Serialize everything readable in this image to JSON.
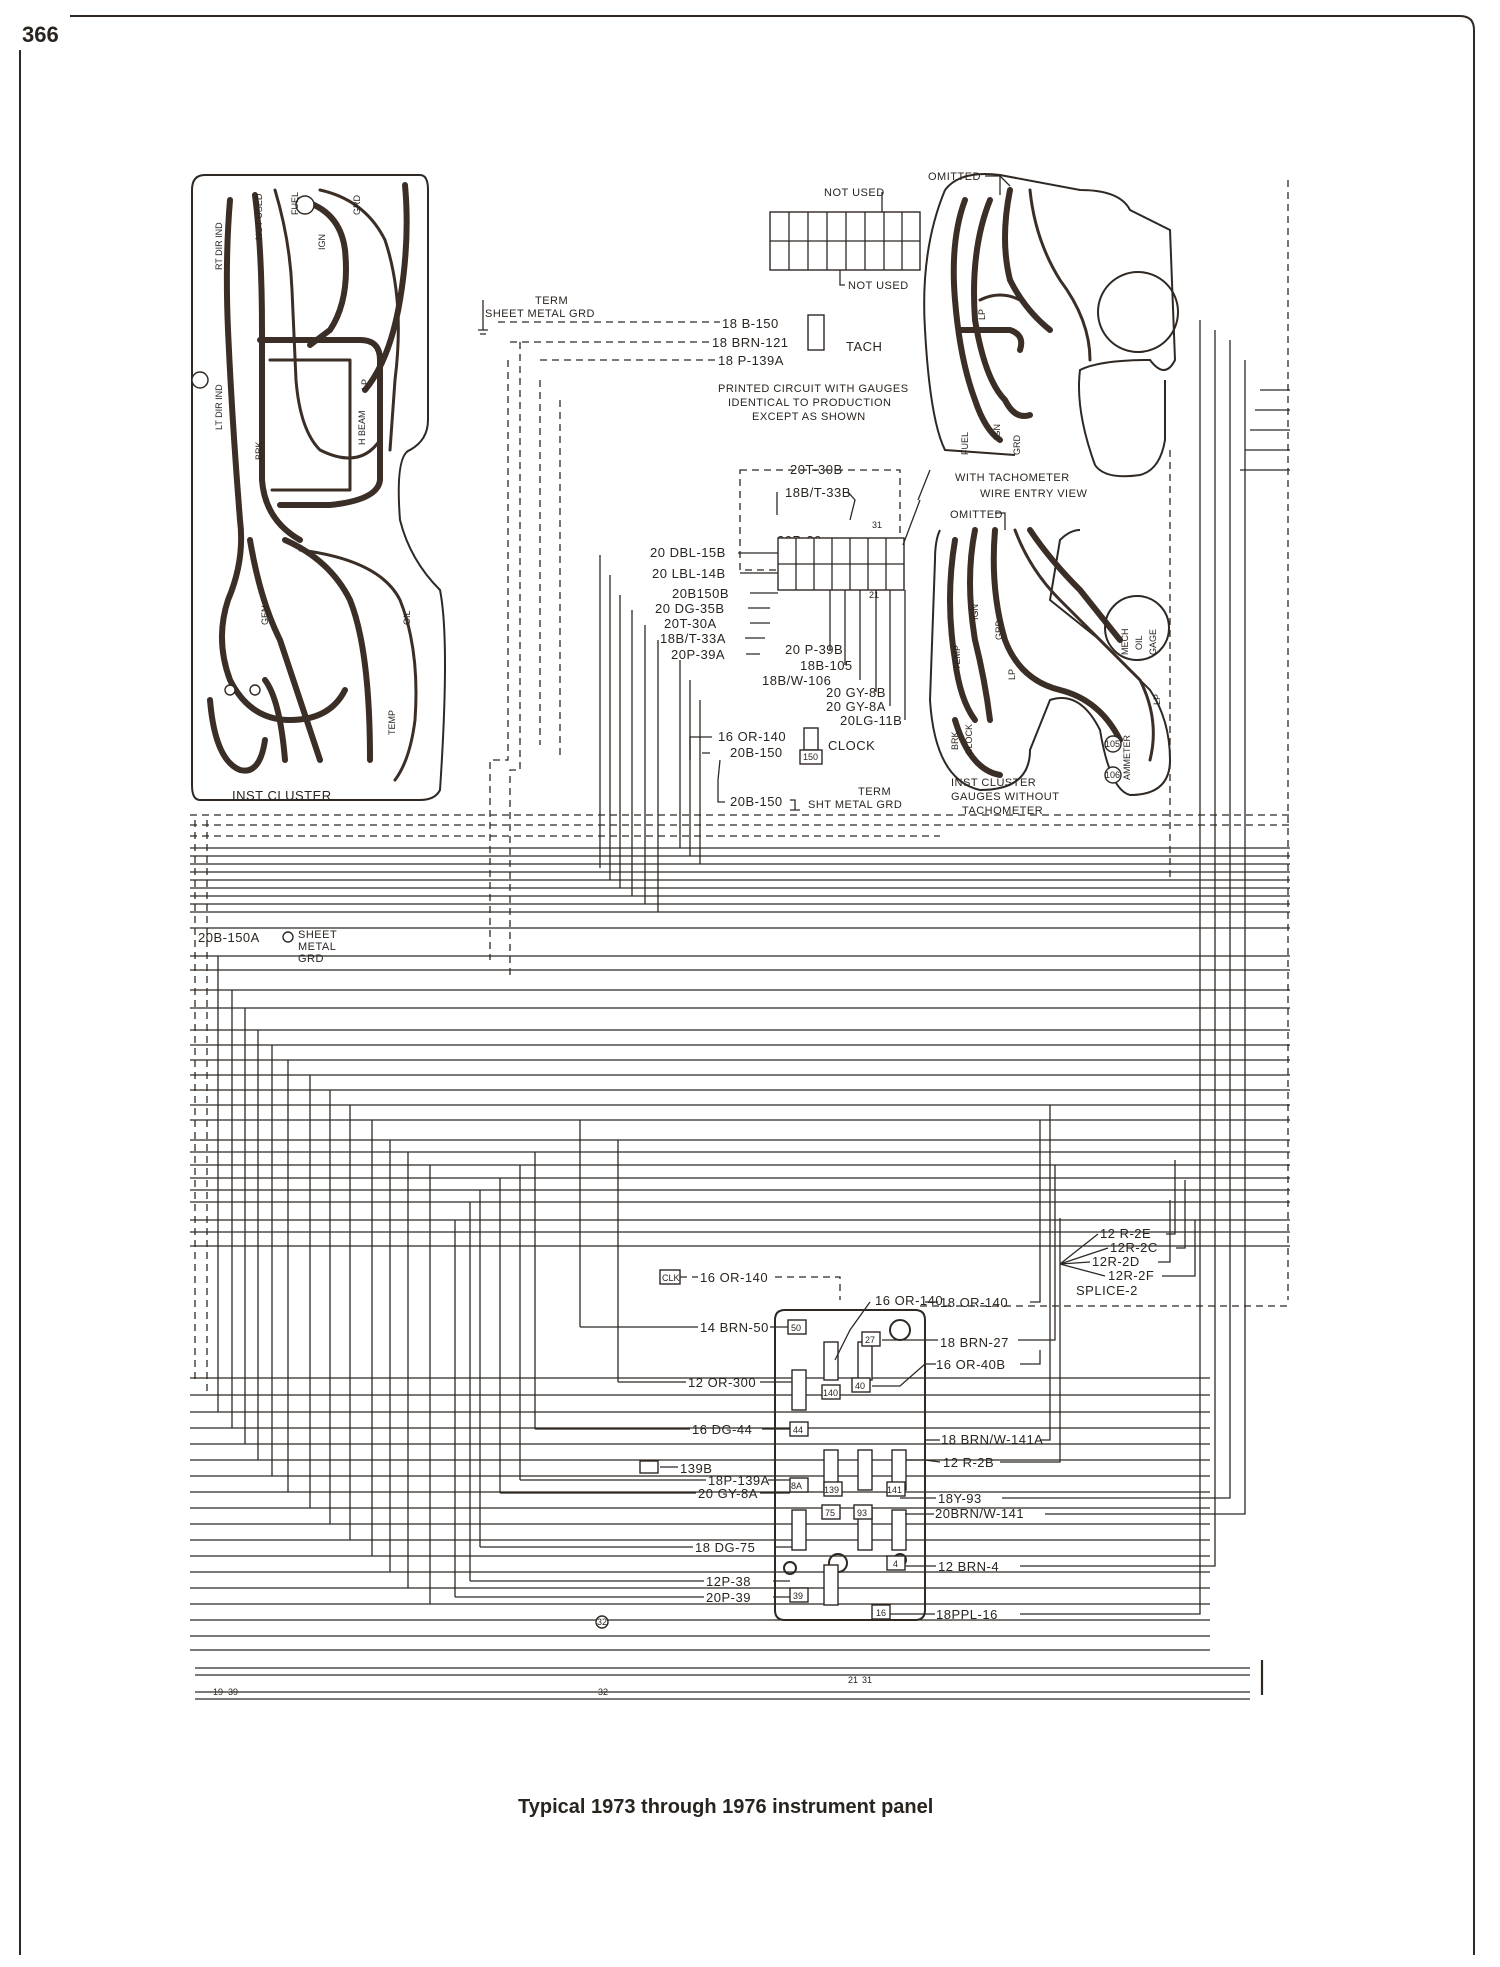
{
  "page_number": "366",
  "caption": "Typical 1973 through 1976 instrument panel",
  "tach": {
    "label": "TACH",
    "wires": [
      "18 B-150",
      "18 BRN-121",
      "18 P-139A"
    ],
    "ground": [
      "TERM",
      "SHEET METAL GRD"
    ],
    "note": [
      "PRINTED CIRCUIT WITH GAUGES",
      "IDENTICAL TO PRODUCTION",
      "EXCEPT AS SHOWN"
    ]
  },
  "connector_top": {
    "not_used_top": "NOT USED",
    "not_used_bottom": "NOT USED"
  },
  "connector_mid_wires": [
    "20T-30B",
    "18B/T-33B",
    "20P-39",
    "20 DBL-15B",
    "20 LBL-14B",
    "20B150B",
    "20 DG-35B",
    "20T-30A",
    "18B/T-33A",
    "20P-39A",
    "20 P-39B",
    "18B-105",
    "18B/W-106",
    "20 GY-8B",
    "20 GY-8A",
    "20LG-11B"
  ],
  "clock": {
    "label": "CLOCK",
    "wires": [
      "16 OR-140",
      "20B-150"
    ],
    "ground_wire": "20B-150",
    "ground": [
      "TERM",
      "SHT METAL GRD"
    ]
  },
  "cluster_left": {
    "title": "INST CLUSTER",
    "labels": [
      "RT DIR IND",
      "LT DIR IND",
      "BRK",
      "GEN",
      "OIL",
      "TEMP",
      "LP",
      "H BEAM",
      "IGN",
      "FUEL",
      "GRD",
      "NOT USED"
    ]
  },
  "cluster_tach": {
    "omitted": "OMITTED",
    "caption_1": "WITH TACHOMETER",
    "caption_2": "WIRE ENTRY VIEW",
    "labels": [
      "IGN",
      "FUEL",
      "GRD",
      "LP"
    ]
  },
  "cluster_gauges": {
    "omitted": "OMITTED",
    "title": "INST CLUSTER",
    "sub_1": "GAUGES WITHOUT",
    "sub_2": "TACHOMETER",
    "oil_gage": [
      "MECH",
      "OIL",
      "GAGE"
    ],
    "labels": [
      "IGN",
      "TEMP",
      "GRD",
      "BRK",
      "CLOCK",
      "LP",
      "AMMETER",
      "LP",
      "105",
      "106"
    ]
  },
  "ground_left": {
    "wire": "20B-150A",
    "label": [
      "SHEET",
      "METAL",
      "GRD"
    ]
  },
  "splice": {
    "label": "SPLICE-2",
    "wires": [
      "12 R-2E",
      "12R-2C",
      "12R-2D",
      "12R-2F"
    ]
  },
  "fuse_block": {
    "clk_tag": "CLK",
    "clk_wire": "16 OR-140",
    "left_wires": [
      "14 BRN-50",
      "12 OR-300",
      "16 DG-44",
      "139B",
      "18P-139A",
      "20 GY-8A",
      "18 DG-75",
      "12P-38",
      "20P-39"
    ],
    "right_wires": [
      "16 OR-140",
      "18 OR-140",
      "18 BRN-27",
      "16 OR-40B",
      "18 BRN/W-141A",
      "12 R-2B",
      "18Y-93",
      "20BRN/W-141",
      "12 BRN-4",
      "18PPL-16"
    ],
    "terminals": [
      "50",
      "140",
      "27",
      "40",
      "44",
      "8A",
      "139",
      "141",
      "75",
      "93",
      "4",
      "39",
      "16"
    ]
  },
  "bottom_refs": [
    "19",
    "39",
    "32",
    "21",
    "31",
    "32"
  ]
}
